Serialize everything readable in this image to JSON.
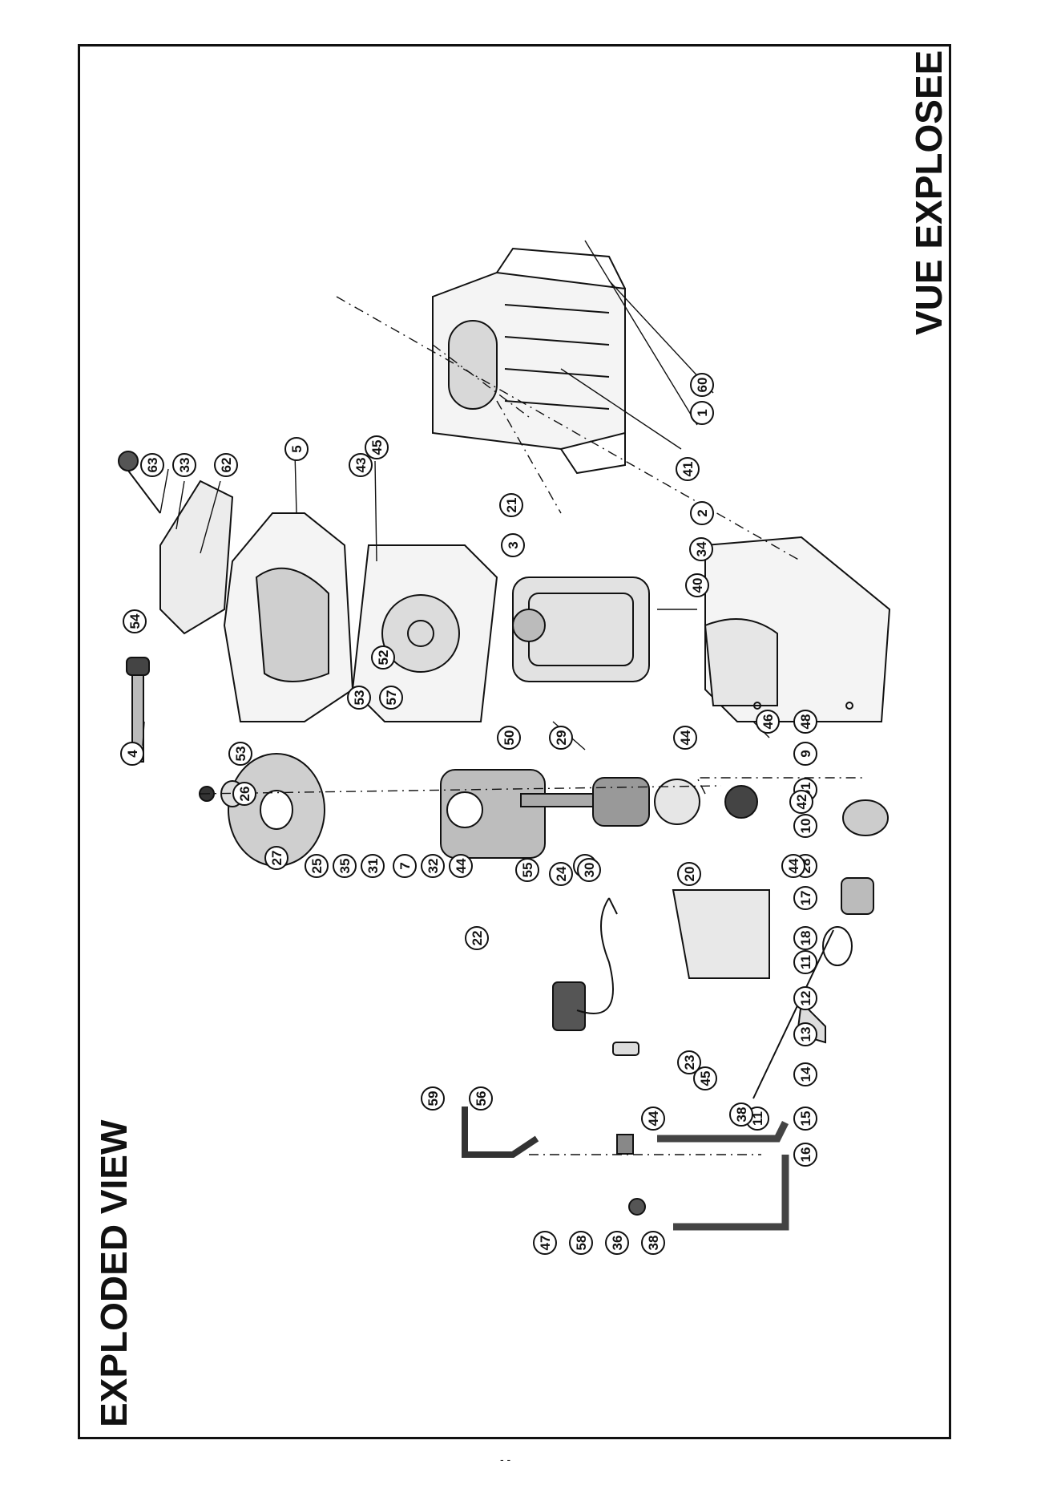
{
  "titles": {
    "english": "EXPLODED VIEW",
    "french": "VUE EXPLOSEE"
  },
  "footer": "- -",
  "part_callouts": [
    "63",
    "33",
    "62",
    "5",
    "43",
    "45",
    "54",
    "4",
    "53",
    "52",
    "53",
    "57",
    "3",
    "21",
    "41",
    "1",
    "60",
    "2",
    "34",
    "40",
    "29",
    "44",
    "50",
    "46",
    "48",
    "9",
    "51",
    "10",
    "28",
    "17",
    "18",
    "11",
    "12",
    "13",
    "14",
    "15",
    "16",
    "11",
    "44",
    "42",
    "26",
    "27",
    "25",
    "35",
    "31",
    "7",
    "32",
    "44",
    "6",
    "55",
    "24",
    "30",
    "22",
    "20",
    "44",
    "59",
    "56",
    "23",
    "45",
    "38",
    "47",
    "58",
    "36",
    "38"
  ],
  "colors": {
    "ink": "#111111",
    "paper": "#ffffff"
  }
}
